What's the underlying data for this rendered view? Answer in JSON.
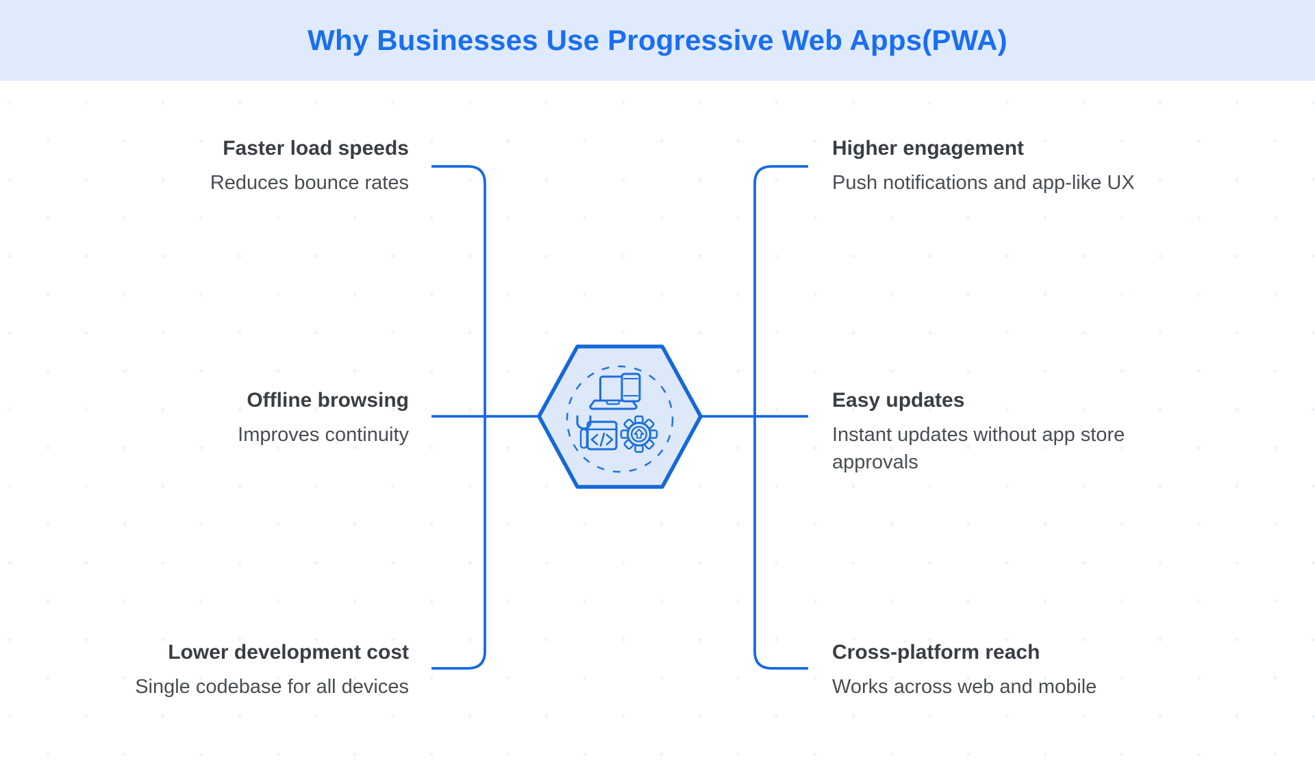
{
  "header": {
    "title": "Why Businesses Use Progressive Web Apps(PWA)"
  },
  "colors": {
    "banner_background": "#dfeafc",
    "title_blue": "#1a6ef0",
    "connector_blue": "#1669e0",
    "hexagon_stroke": "#1468d9",
    "hexagon_fill": "#dde8f8",
    "icon_blue": "#1a6edd",
    "benefit_title_text": "#393e44",
    "benefit_subtitle_text": "#484d53"
  },
  "center": {
    "icon": "pwa-development-hexagon-icon"
  },
  "items": {
    "left": [
      {
        "title": "Faster load speeds",
        "subtitle": "Reduces bounce rates"
      },
      {
        "title": "Offline browsing",
        "subtitle": "Improves continuity"
      },
      {
        "title": "Lower development cost",
        "subtitle": "Single codebase for all devices"
      }
    ],
    "right": [
      {
        "title": "Higher engagement",
        "subtitle": "Push notifications and app-like UX"
      },
      {
        "title": "Easy updates",
        "subtitle": "Instant updates without app store\napprovals"
      },
      {
        "title": "Cross-platform reach",
        "subtitle": "Works across web and mobile"
      }
    ]
  }
}
